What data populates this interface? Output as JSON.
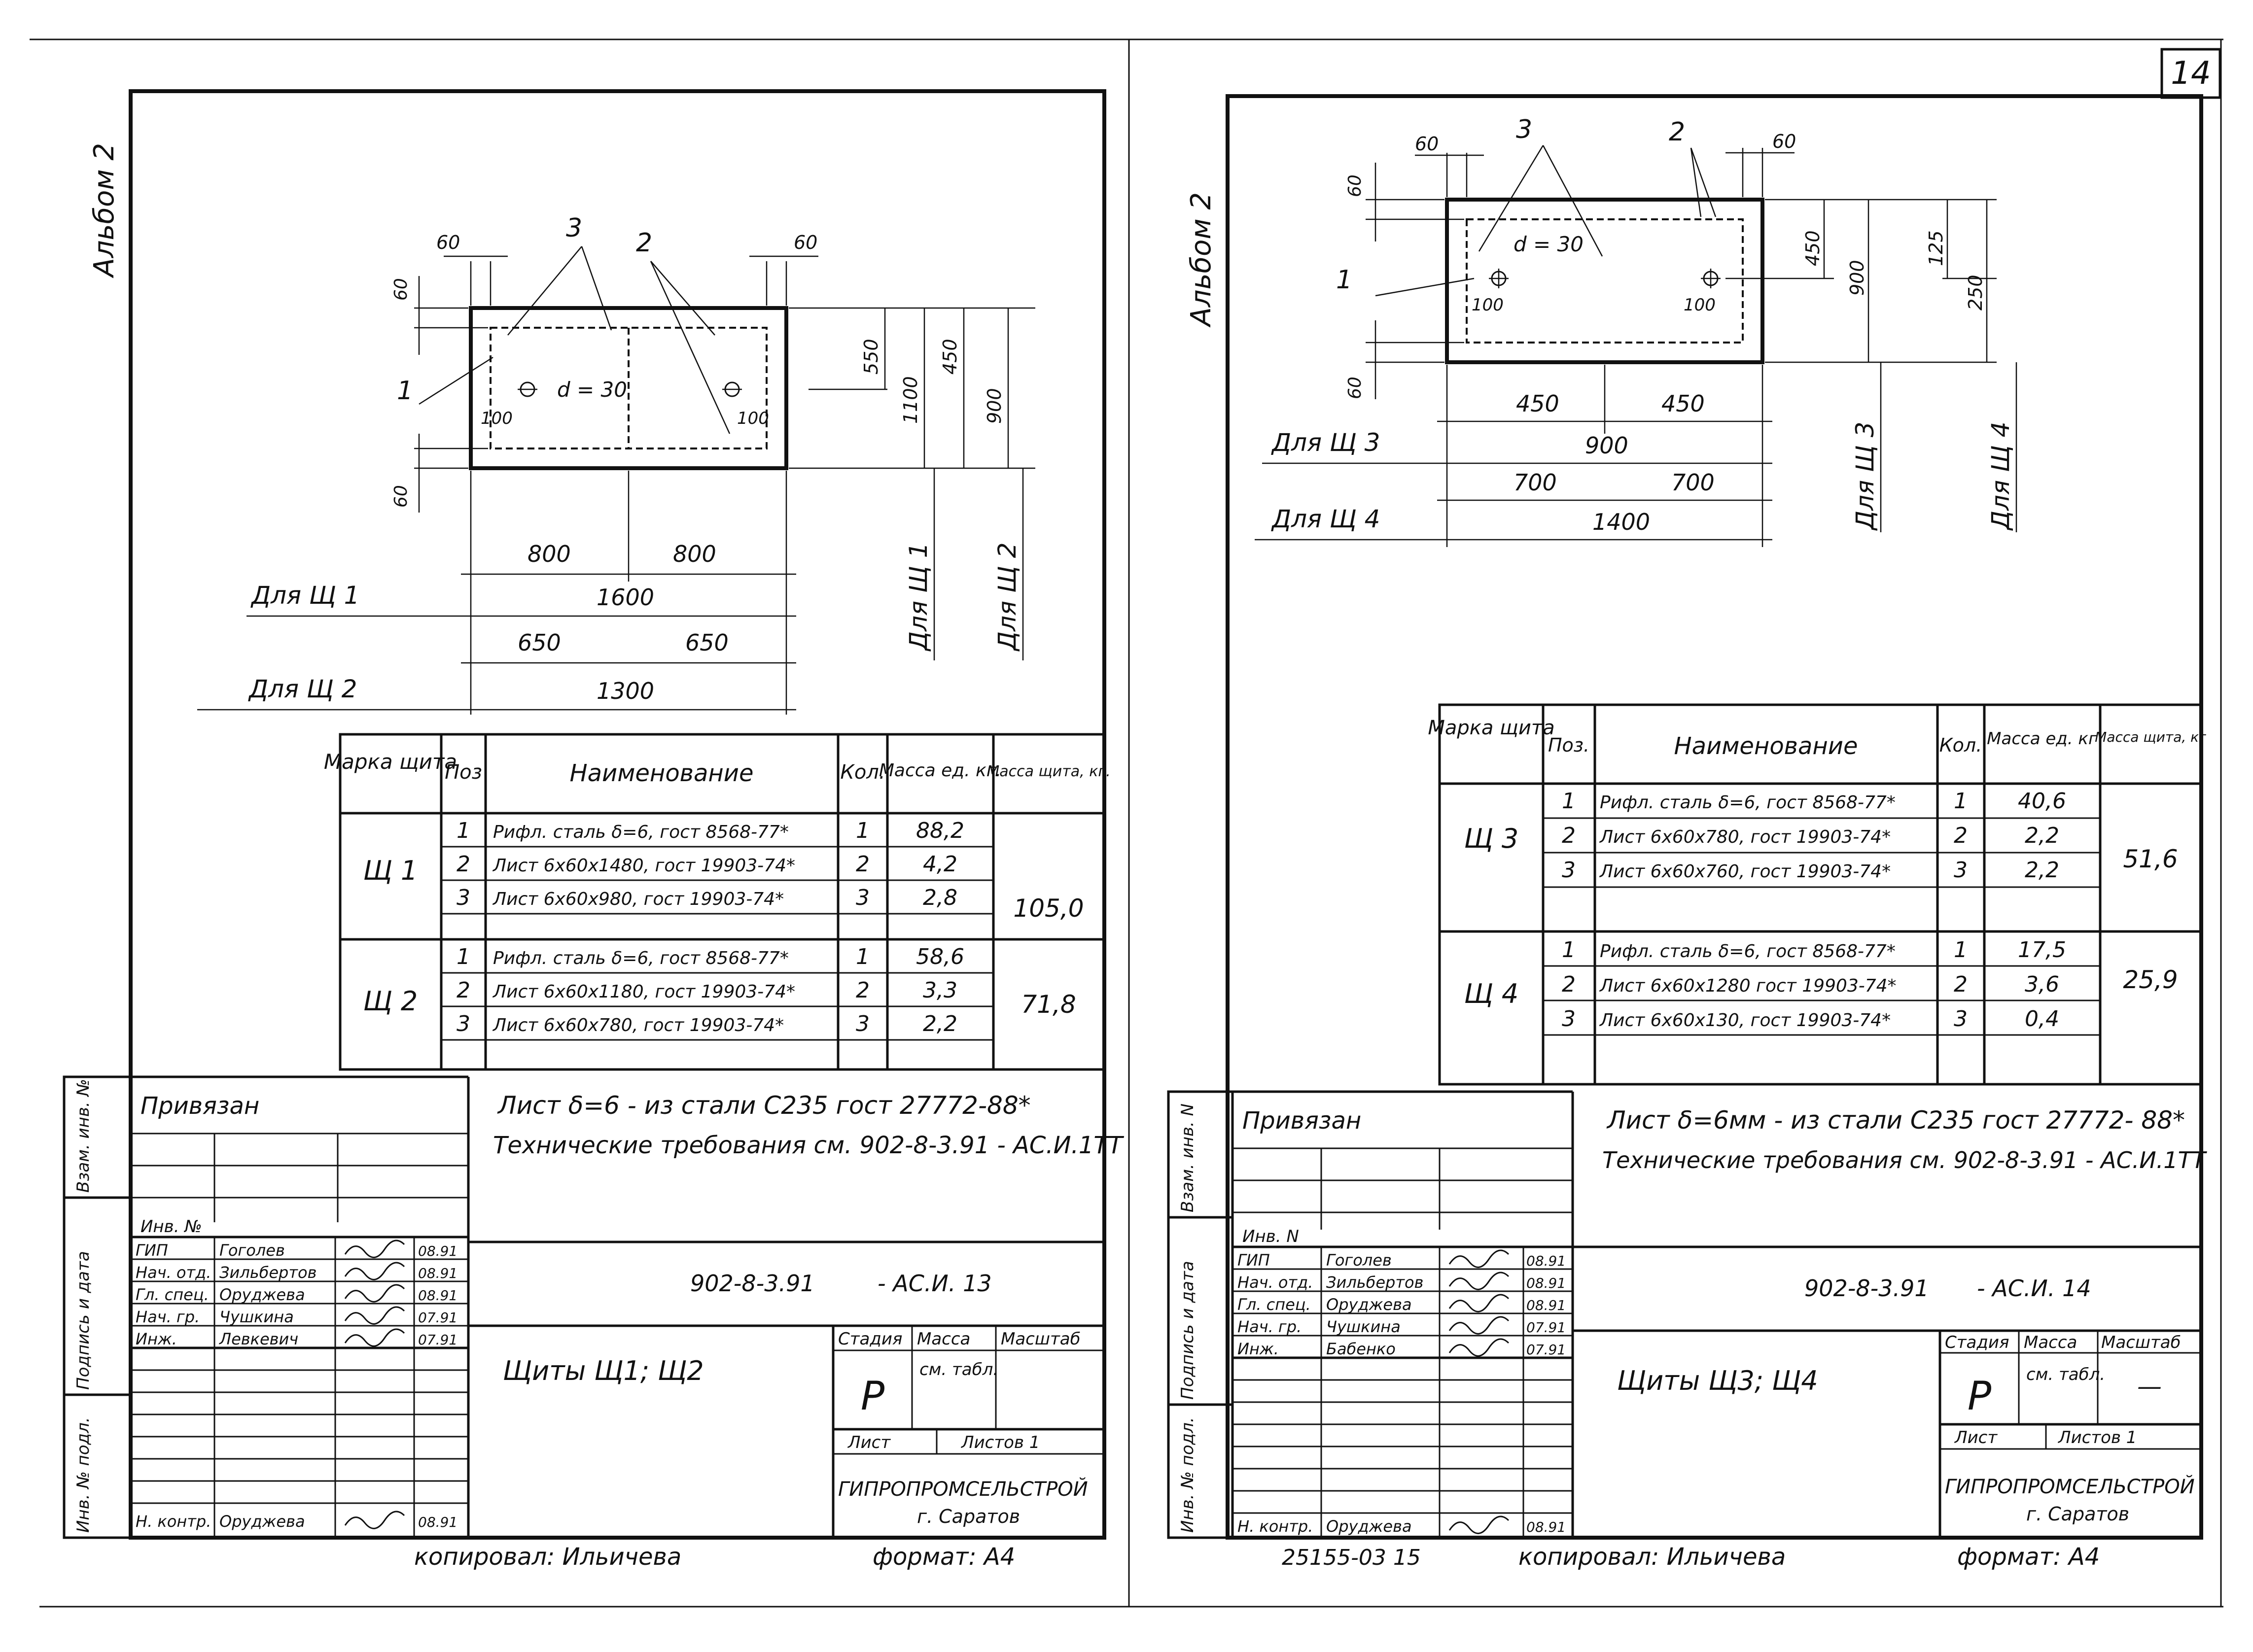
{
  "page_number": "14",
  "left": {
    "album": "Альбом 2",
    "drawing": {
      "pos1": "1",
      "pos2": "2",
      "pos3": "3",
      "hole_label": "d = 30",
      "edge100a": "100",
      "edge100b": "100",
      "d60_tl": "60",
      "d60_tr": "60",
      "d60_vt": "60",
      "d60_vb": "60",
      "v550": "550",
      "v1100": "1100",
      "v450": "450",
      "v900": "900",
      "h800a": "800",
      "h800b": "800",
      "h1600": "1600",
      "h650a": "650",
      "h650b": "650",
      "h1300": "1300",
      "for1_h": "Для  Щ 1",
      "for2_h": "Для  Щ 2",
      "for1_v": "Для  Щ 1",
      "for2_v": "Для  Щ 2"
    },
    "table": {
      "headers": [
        "Марка щита",
        "Поз",
        "Наименование",
        "Кол.",
        "Масса ед. кг.",
        "Масса щита, кг."
      ],
      "groups": [
        {
          "mark": "Щ 1",
          "total": "105,0",
          "rows": [
            {
              "pos": "1",
              "name": "Рифл. сталь δ=6, гост 8568-77*",
              "qty": "1",
              "mass": "88,2"
            },
            {
              "pos": "2",
              "name": "Лист 6х60х1480, гост 19903-74*",
              "qty": "2",
              "mass": "4,2"
            },
            {
              "pos": "3",
              "name": "Лист 6х60х980, гост 19903-74*",
              "qty": "3",
              "mass": "2,8"
            }
          ]
        },
        {
          "mark": "Щ 2",
          "total": "71,8",
          "rows": [
            {
              "pos": "1",
              "name": "Рифл. сталь δ=6, гост 8568-77*",
              "qty": "1",
              "mass": "58,6"
            },
            {
              "pos": "2",
              "name": "Лист 6х60х1180, гост 19903-74*",
              "qty": "2",
              "mass": "3,3"
            },
            {
              "pos": "3",
              "name": "Лист 6х60х780, гост 19903-74*",
              "qty": "3",
              "mass": "2,2"
            }
          ]
        }
      ]
    },
    "note1": "Лист δ=6  - из стали  С235 гост 27772-88*",
    "note2": "Технические  требования  см. 902-8-3.91 - АС.И.1ТТ",
    "stamp": {
      "tied": "Привязан",
      "inv": "Инв. №",
      "side": [
        "Взам. инв. №",
        "Подпись и дата",
        "Инв. № подл."
      ],
      "people": [
        {
          "role": "ГИП",
          "name": "Гоголев",
          "date": "08.91"
        },
        {
          "role": "Нач. отд.",
          "name": "Зильбертов",
          "date": "08.91"
        },
        {
          "role": "Гл. спец.",
          "name": "Оруджева",
          "date": "08.91"
        },
        {
          "role": "Нач. гр.",
          "name": "Чушкина",
          "date": "07.91"
        },
        {
          "role": "Инж.",
          "name": "Левкевич",
          "date": "07.91"
        }
      ],
      "control": {
        "role": "Н. контр.",
        "name": "Оруджева",
        "date": "08.91"
      },
      "code": "902-8-3.91",
      "code_suffix": "- АС.И. 13",
      "title": "Щиты  Щ1;  Щ2",
      "stage_h": "Стадия",
      "mass_h": "Масса",
      "scale_h": "Масштаб",
      "stage": "Р",
      "mass": "см. табл.",
      "scale": "",
      "sheet_h": "Лист",
      "sheets_h": "Листов 1",
      "org": "ГИПРОПРОМСЕЛЬСТРОЙ",
      "city": "г. Саратов"
    },
    "footer_copy": "копировал:  Ильичева",
    "footer_format": "формат: А4"
  },
  "right": {
    "album": "Альбом 2",
    "drawing": {
      "pos1": "1",
      "pos2": "2",
      "pos3": "3",
      "hole_label": "d = 30",
      "edge100a": "100",
      "edge100b": "100",
      "d60_tl": "60",
      "d60_tr": "60",
      "d60_vt": "60",
      "d60_vb": "60",
      "v450": "450",
      "v900": "900",
      "v125": "125",
      "v250": "250",
      "h450a": "450",
      "h450b": "450",
      "h900": "900",
      "h700a": "700",
      "h700b": "700",
      "h1400": "1400",
      "for3_h": "Для  Щ 3",
      "for4_h": "Для  Щ 4",
      "for3_v": "Для  Щ 3",
      "for4_v": "Для  Щ 4"
    },
    "table": {
      "headers": [
        "Марка щита",
        "Поз.",
        "Наименование",
        "Кол.",
        "Масса ед. кг",
        "Масса щита, кг"
      ],
      "groups": [
        {
          "mark": "Щ 3",
          "total": "51,6",
          "rows": [
            {
              "pos": "1",
              "name": "Рифл. сталь δ=6, гост 8568-77*",
              "qty": "1",
              "mass": "40,6"
            },
            {
              "pos": "2",
              "name": "Лист 6х60х780, гост 19903-74*",
              "qty": "2",
              "mass": "2,2"
            },
            {
              "pos": "3",
              "name": "Лист 6х60х760, гост 19903-74*",
              "qty": "3",
              "mass": "2,2"
            }
          ]
        },
        {
          "mark": "Щ 4",
          "total": "25,9",
          "rows": [
            {
              "pos": "1",
              "name": "Рифл. сталь δ=6, гост 8568-77*",
              "qty": "1",
              "mass": "17,5"
            },
            {
              "pos": "2",
              "name": "Лист 6х60х1280 гост 19903-74*",
              "qty": "2",
              "mass": "3,6"
            },
            {
              "pos": "3",
              "name": "Лист 6х60х130, гост 19903-74*",
              "qty": "3",
              "mass": "0,4"
            }
          ]
        }
      ]
    },
    "note1": "Лист δ=6мм - из стали С235 гост 27772- 88*",
    "note2": "Технические  требования  см. 902-8-3.91  - АС.И.1ТТ",
    "stamp": {
      "tied": "Привязан",
      "inv": "Инв. N",
      "side": [
        "Взам. инв. N",
        "Подпись и дата",
        "Инв. № подл."
      ],
      "people": [
        {
          "role": "ГИП",
          "name": "Гоголев",
          "date": "08.91"
        },
        {
          "role": "Нач. отд.",
          "name": "Зильбертов",
          "date": "08.91"
        },
        {
          "role": "Гл. спец.",
          "name": "Оруджева",
          "date": "08.91"
        },
        {
          "role": "Нач. гр.",
          "name": "Чушкина",
          "date": "07.91"
        },
        {
          "role": "Инж.",
          "name": "Бабенко",
          "date": "07.91"
        }
      ],
      "control": {
        "role": "Н. контр.",
        "name": "Оруджева",
        "date": "08.91"
      },
      "code": "902-8-3.91",
      "code_suffix": "- АС.И. 14",
      "title": "Щиты  Щ3;  Щ4",
      "stage_h": "Стадия",
      "mass_h": "Масса",
      "scale_h": "Масштаб",
      "stage": "Р",
      "mass": "см. табл.",
      "scale": "—",
      "sheet_h": "Лист",
      "sheets_h": "Листов 1",
      "org": "ГИПРОПРОМСЕЛЬСТРОЙ",
      "city": "г. Саратов"
    },
    "footer_num": "25155-03  15",
    "footer_copy": "копировал:  Ильичева",
    "footer_format": "формат: А4"
  }
}
